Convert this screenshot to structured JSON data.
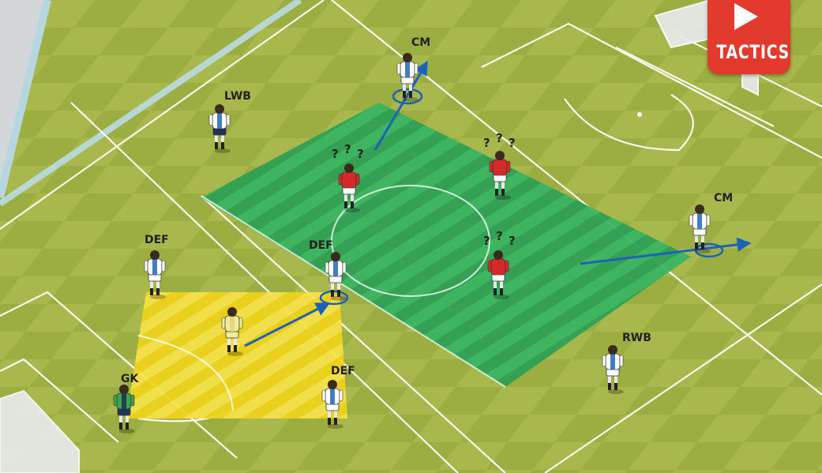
{
  "badge": {
    "label": "TACTICS",
    "icon": "play-icon",
    "color": "#e23a2c"
  },
  "colors": {
    "grass_light": "#a9b64a",
    "grass_dark": "#97a83f",
    "zone_green": "#2fa85a",
    "zone_yellow": "#f0d51c",
    "arrow": "#1e62b8",
    "opponent": "#d42a2a",
    "teammate": "#ffffff"
  },
  "players": {
    "cm_top": "CM",
    "lwb": "LWB",
    "def_left": "DEF",
    "def_center": "DEF",
    "cm_right": "CM",
    "rwb": "RWB",
    "gk": "GK",
    "def_bottom": "DEF"
  },
  "confusion": [
    "?",
    "?",
    "?"
  ]
}
